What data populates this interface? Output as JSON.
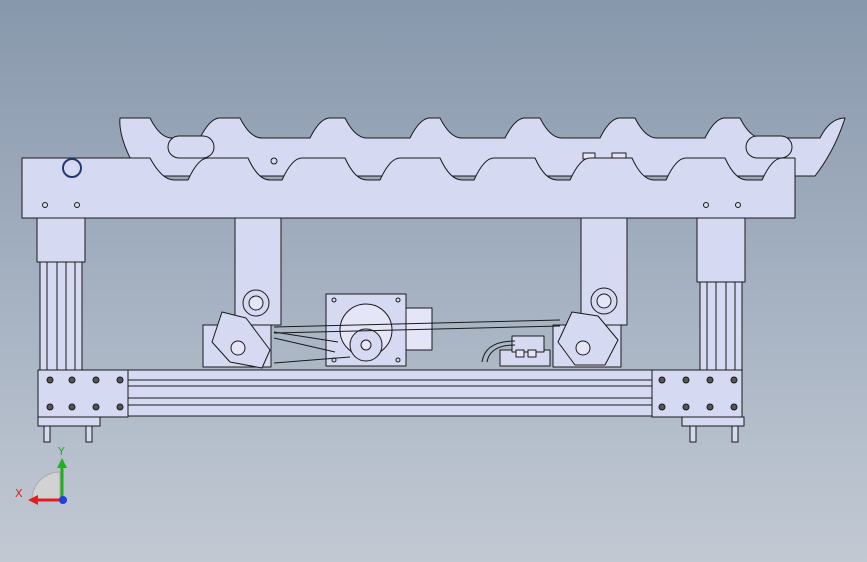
{
  "triad": {
    "x_label": "X",
    "y_label": "Y",
    "x_color": "#e02020",
    "y_color": "#20b020",
    "z_color": "#2040e0"
  },
  "colors": {
    "part_fill": "#d6d9f2",
    "part_fill_light": "#e4e6f8",
    "edge": "#1a1a1a"
  },
  "model": {
    "view": "front",
    "components": [
      "upper-rail",
      "lower-rail",
      "lift-arm-left",
      "lift-arm-right",
      "motor",
      "drive-belt",
      "sensor",
      "left-leg",
      "right-leg",
      "base-frame"
    ]
  }
}
